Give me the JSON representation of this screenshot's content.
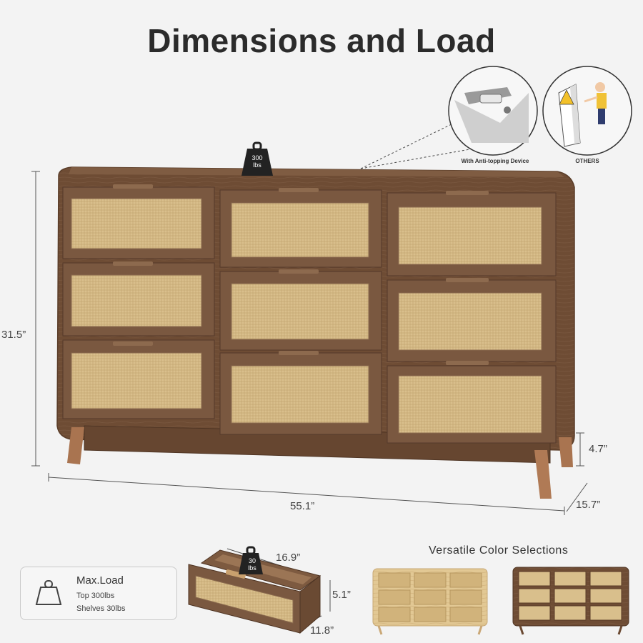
{
  "title": "Dimensions and Load",
  "dimensions": {
    "height": "31.5”",
    "width": "55.1”",
    "depth": "15.7”",
    "leg_height": "4.7”"
  },
  "top_load": {
    "value": "300",
    "unit": "lbs"
  },
  "anti_tip": {
    "with_label": "With Anti-topping Device",
    "others_label": "OTHERS"
  },
  "drawer": {
    "load_value": "30",
    "load_unit": "lbs",
    "width": "16.9”",
    "height": "5.1”",
    "depth": "11.8”"
  },
  "max_load": {
    "title": "Max.Load",
    "line1": "Top 300lbs",
    "line2": "Shelves 30lbs",
    "icon": "weight-icon"
  },
  "color_selections": {
    "heading": "Versatile Color Selections",
    "colors": [
      "#dcc08e",
      "#6b4a33"
    ]
  },
  "colors": {
    "wood_dark": "#6e4c34",
    "wood_mid": "#7d5a40",
    "rattan": "#d9bf8c",
    "background": "#f3f3f3"
  }
}
